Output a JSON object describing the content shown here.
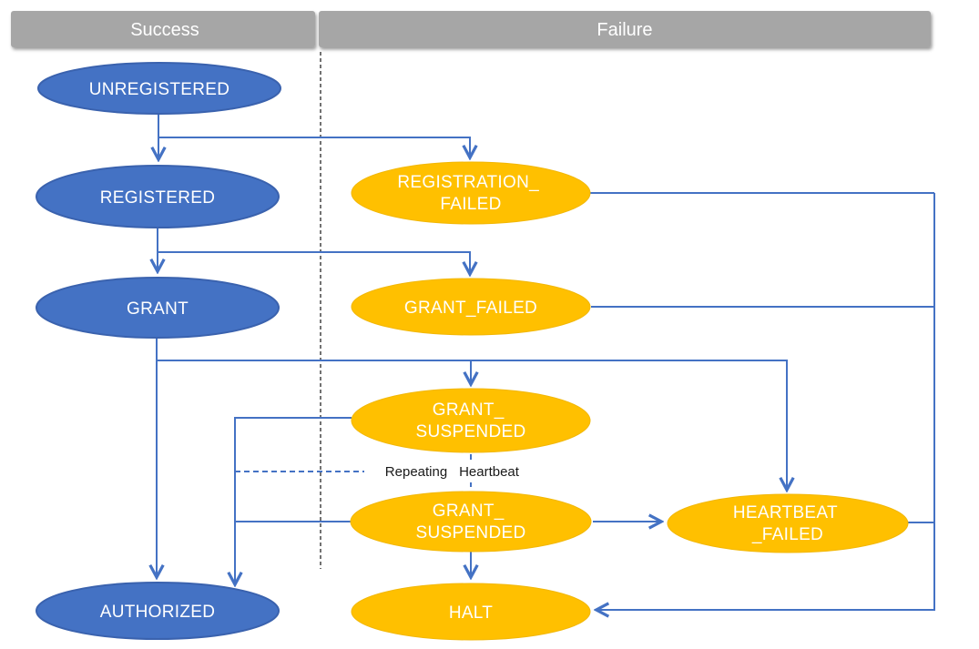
{
  "header": {
    "success": "Success",
    "failure": "Failure"
  },
  "annotation": {
    "word1": "Repeating",
    "word2": "Heartbeat"
  },
  "colors": {
    "success_fill": "#4472C4",
    "success_stroke": "#3A62AE",
    "failure_fill": "#FFC000",
    "failure_stroke": "#F2B705",
    "connector": "#4472C4",
    "header_bg": "#A6A6A6",
    "divider": "#262626",
    "node_text": "#FFFFFF",
    "annotation_text": "#1A1A1A"
  },
  "nodes": [
    {
      "id": "unregistered",
      "type": "success",
      "lines": [
        "UNREGISTERED"
      ]
    },
    {
      "id": "registered",
      "type": "success",
      "lines": [
        "REGISTERED"
      ]
    },
    {
      "id": "grant",
      "type": "success",
      "lines": [
        "GRANT"
      ]
    },
    {
      "id": "authorized",
      "type": "success",
      "lines": [
        "AUTHORIZED"
      ]
    },
    {
      "id": "registration-failed",
      "type": "failure",
      "lines": [
        "REGISTRATION_",
        "FAILED"
      ]
    },
    {
      "id": "grant-failed",
      "type": "failure",
      "lines": [
        "GRANT_FAILED"
      ]
    },
    {
      "id": "grant-suspended-1",
      "type": "failure",
      "lines": [
        "GRANT_",
        "SUSPENDED"
      ]
    },
    {
      "id": "grant-suspended-2",
      "type": "failure",
      "lines": [
        "GRANT_",
        "SUSPENDED"
      ]
    },
    {
      "id": "heartbeat-failed",
      "type": "failure",
      "lines": [
        "HEARTBEAT",
        "_FAILED"
      ]
    },
    {
      "id": "halt",
      "type": "failure",
      "lines": [
        "HALT"
      ]
    }
  ],
  "edges": [
    {
      "from": "UNREGISTERED",
      "to": "REGISTERED"
    },
    {
      "from": "UNREGISTERED",
      "to": "REGISTRATION_FAILED"
    },
    {
      "from": "REGISTERED",
      "to": "GRANT"
    },
    {
      "from": "REGISTERED",
      "to": "GRANT_FAILED"
    },
    {
      "from": "GRANT",
      "to": "AUTHORIZED"
    },
    {
      "from": "GRANT",
      "to": "GRANT_SUSPENDED"
    },
    {
      "from": "GRANT",
      "to": "HEARTBEAT_FAILED"
    },
    {
      "from": "REGISTRATION_FAILED",
      "to": "HALT"
    },
    {
      "from": "GRANT_FAILED",
      "to": "HALT"
    },
    {
      "from": "GRANT_SUSPENDED",
      "to": "AUTHORIZED"
    },
    {
      "from": "GRANT_SUSPENDED",
      "to": "GRANT_SUSPENDED",
      "label": "Repeating Heartbeat",
      "style": "dashed"
    },
    {
      "from": "GRANT_SUSPENDED",
      "to": "HEARTBEAT_FAILED"
    },
    {
      "from": "GRANT_SUSPENDED",
      "to": "HALT"
    },
    {
      "from": "HEARTBEAT_FAILED",
      "to": "HALT"
    }
  ]
}
